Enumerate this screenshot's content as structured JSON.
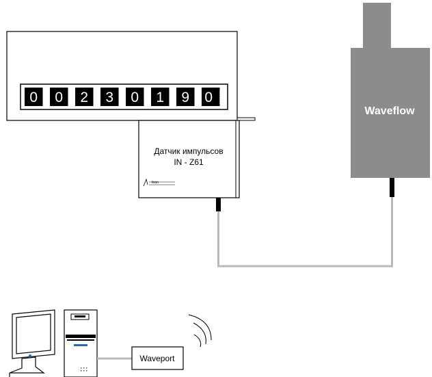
{
  "counter": {
    "digits": [
      "0",
      "0",
      "2",
      "3",
      "0",
      "1",
      "9",
      "0"
    ]
  },
  "sensor": {
    "title": "Датчик импульсов",
    "model": "IN - Z61",
    "logo_text": "Itron"
  },
  "module": {
    "label": "Waveflow"
  },
  "port": {
    "label": "Waveport"
  },
  "colors": {
    "module_fill": "#8c8c8c",
    "cable": "#b8b8b8",
    "digit_bg": "#000000",
    "digit_text": "#ffffff",
    "module_text": "#ffffff"
  },
  "icons": [
    "meter-counter",
    "pulse-sensor",
    "waveflow-module",
    "radio-waves-icon",
    "computer-monitor-icon",
    "computer-tower-icon",
    "waveport-box"
  ]
}
